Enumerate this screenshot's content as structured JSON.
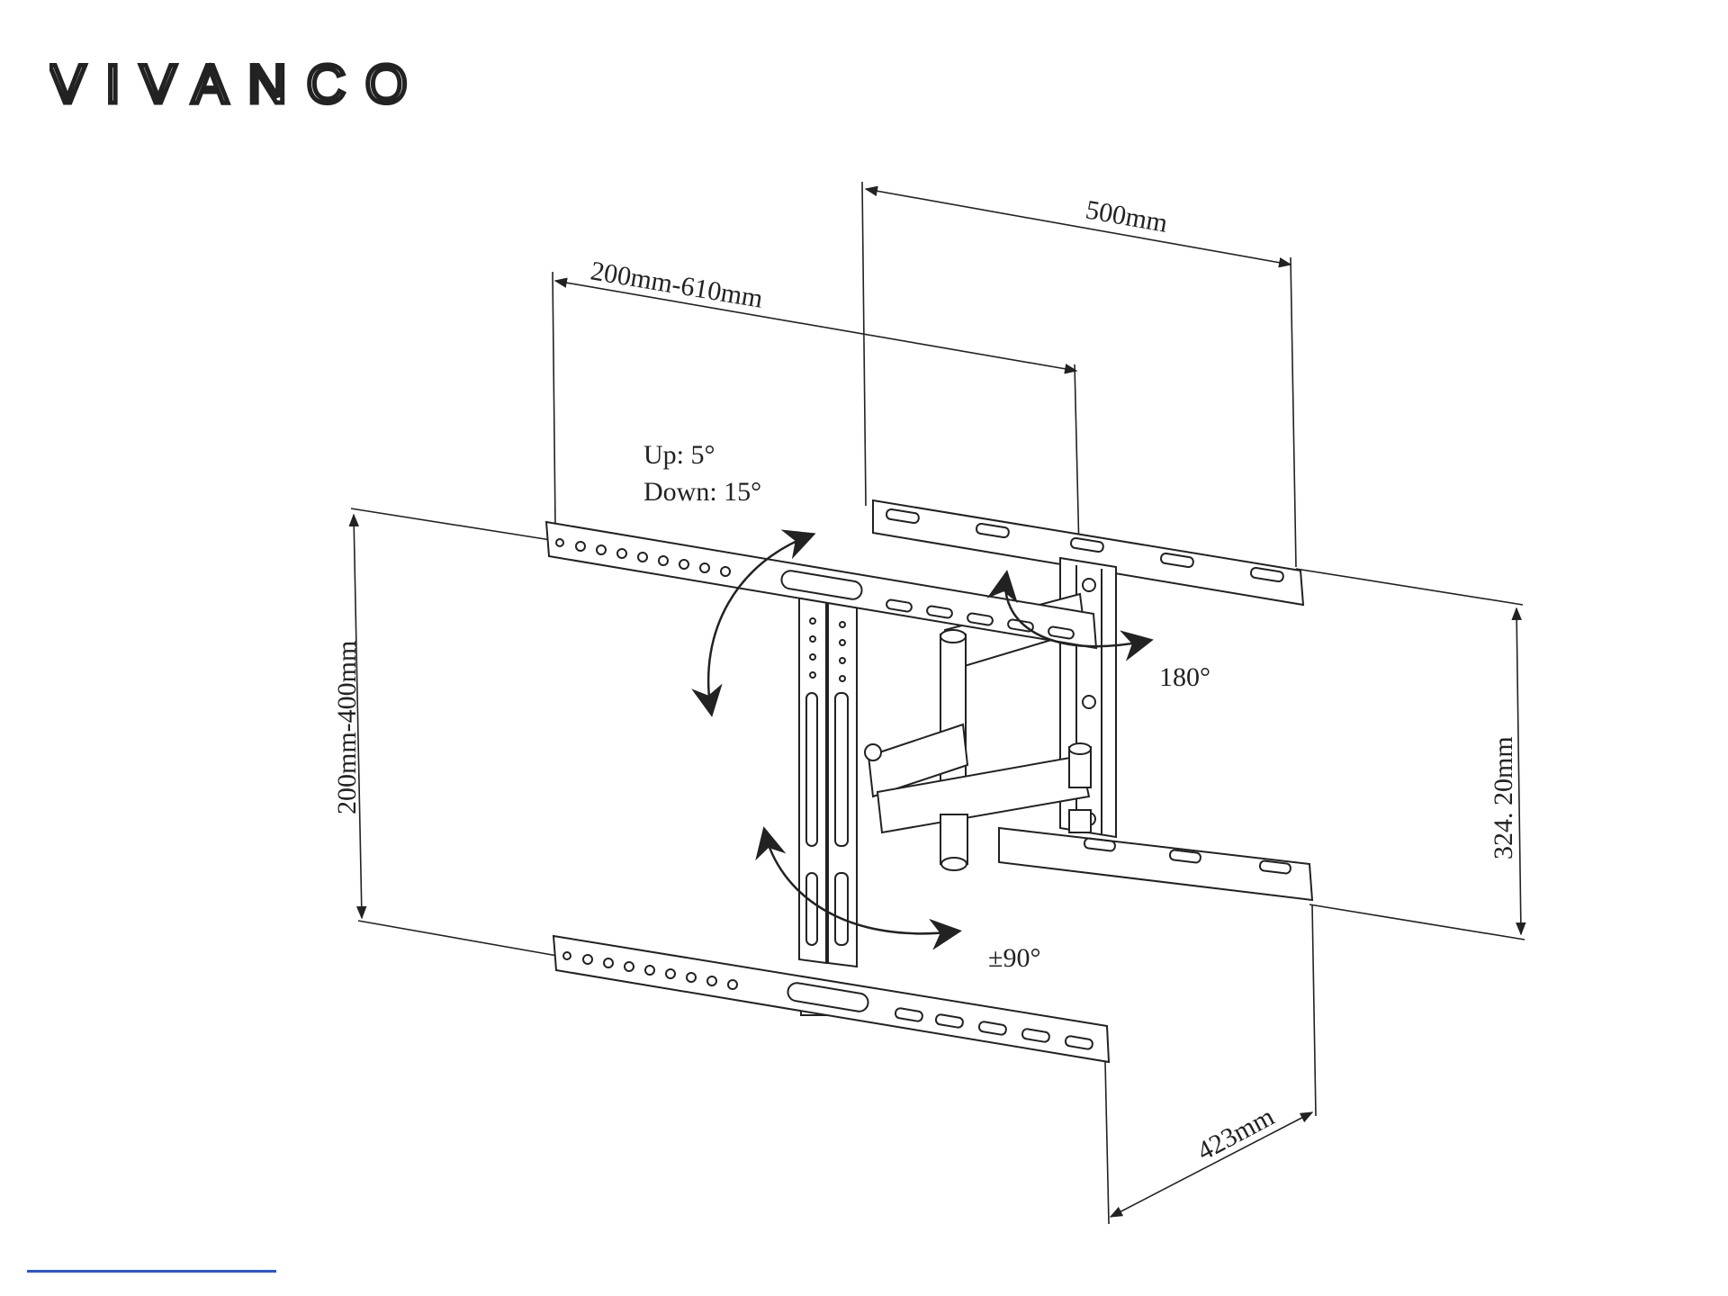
{
  "brand": {
    "name": "VIVANCO"
  },
  "diagram": {
    "dimensions": {
      "top_width": "500mm",
      "arm_extension": "200mm-610mm",
      "vesa_height": "200mm-400mm",
      "wall_plate_height": "324. 20mm",
      "depth": "423mm"
    },
    "angles": {
      "tilt_up": "Up: 5°",
      "tilt_down": "Down: 15°",
      "swivel": "180°",
      "rotation": "±90°"
    }
  },
  "colors": {
    "line": "#222222",
    "link": "#2a55d8"
  }
}
